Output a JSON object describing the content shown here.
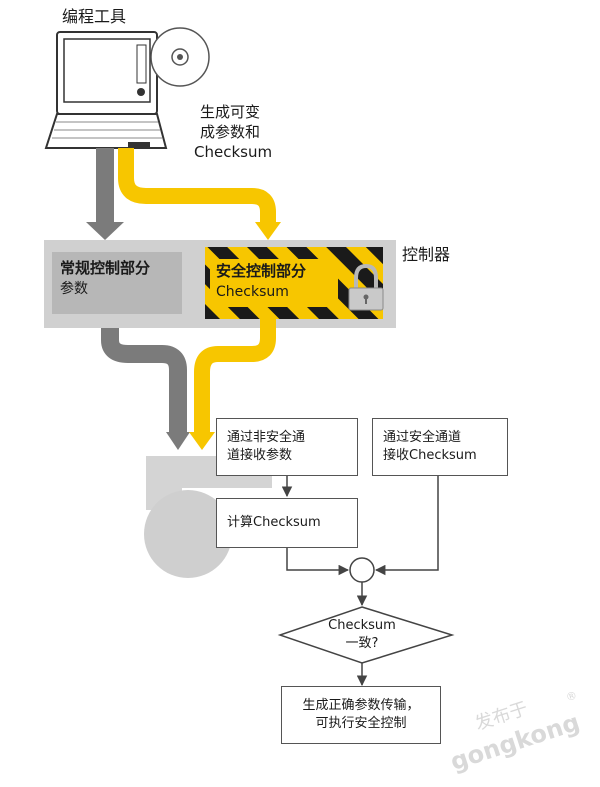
{
  "tool_label": "编程工具",
  "generate_label": [
    "生成可变",
    "成参数和",
    "Checksum"
  ],
  "controller_label": "控制器",
  "standard_part": {
    "title": "常规控制部分",
    "sub": "参数"
  },
  "safety_part": {
    "title": "安全控制部分",
    "sub": "Checksum"
  },
  "flow": {
    "nonsafe_channel": [
      "通过非安全通",
      "道接收参数"
    ],
    "safe_channel": [
      "通过安全通道",
      "接收Checksum"
    ],
    "compute": "计算Checksum",
    "decision": [
      "Checksum",
      "一致?"
    ],
    "result": [
      "生成正确参数传输，",
      "可执行安全控制"
    ]
  },
  "watermark": {
    "top": "发布于",
    "bottom": "gongkong",
    "mark": "®"
  },
  "colors": {
    "yellow": "#f7c600",
    "gray_dark": "#7b7b7b",
    "gray_light": "#bdbdbd",
    "panel": "#d0d0d0"
  }
}
